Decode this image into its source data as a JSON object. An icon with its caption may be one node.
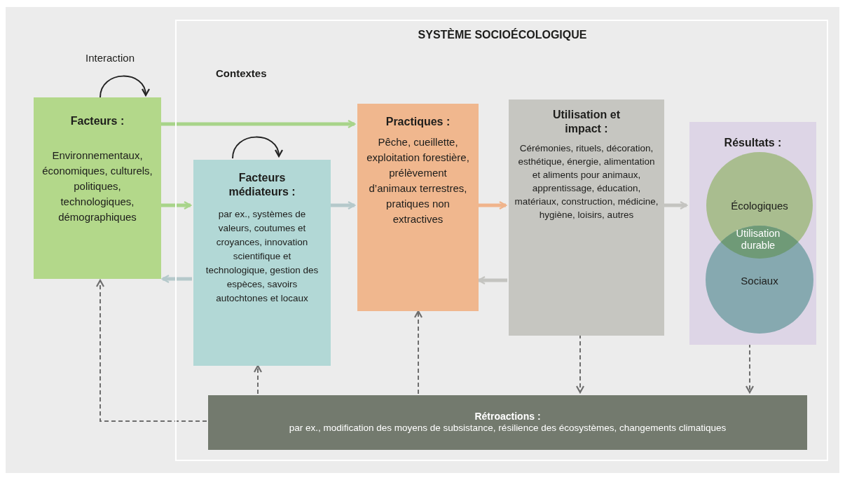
{
  "diagram": {
    "nodes": [
      {
        "text": [
          "SYSTÈME SOCIOÉCOLOGIQUE",
          "Contextes"
        ]
      },
      {
        "text": [
          "Facteurs :",
          "Environnementaux, économiques, culturels, politiques, technologiques, démographiques"
        ]
      },
      {
        "text": [
          "Facteurs médiateurs :",
          "par ex., systèmes de valeurs, coutumes et croyances, innovation scientifique et technologique, gestion des espèces, savoirs autochtones et locaux"
        ],
        "in": 0
      },
      {
        "text": [
          "Practiques :",
          "Pêche, cueillette, exploitation forestière, prélèvement d’animaux terrestres, pratiques non extractives"
        ],
        "in": 0
      },
      {
        "text": [
          "Utilisation et impact :",
          "Cérémonies, rituels, décoration, esthétique, énergie, alimentation et aliments pour animaux, apprentissage, éducation, matériaux, construction, médicine, hygiène, loisirs, autres"
        ],
        "in": 0
      },
      {
        "text": [
          "Résultats :"
        ],
        "in": 0
      },
      {
        "text": [
          "Écologiques"
        ],
        "in": 5
      },
      {
        "text": [
          "Sociaux"
        ],
        "in": 5
      },
      {
        "text": [
          "Rétroactions :",
          "par ex., modification des moyens de subsistance, résilience des écosystèmes, changements climatiques"
        ],
        "in": 0
      }
    ],
    "edges": [
      {
        "from": 1,
        "to": 1,
        "arrow": "to",
        "label": "Interaction",
        "color": "#222222"
      },
      {
        "from": 2,
        "to": 2,
        "arrow": "to",
        "color": "#222222"
      },
      {
        "from": 1,
        "to": 3,
        "arrow": "to",
        "style": "thick",
        "color": "#a8d48a"
      },
      {
        "from": 1,
        "to": 2,
        "arrow": "to",
        "style": "thick",
        "color": "#a8d48a"
      },
      {
        "from": 2,
        "to": 1,
        "arrow": "to",
        "style": "thick",
        "color": "#b5c9cb"
      },
      {
        "from": 2,
        "to": 3,
        "arrow": "to",
        "style": "thick",
        "color": "#b5c9cb"
      },
      {
        "from": 3,
        "to": 4,
        "arrow": "to",
        "style": "thick",
        "color": "#f0b48c"
      },
      {
        "from": 4,
        "to": 3,
        "arrow": "to",
        "style": "thick",
        "color": "#c4c4c0"
      },
      {
        "from": 4,
        "to": 5,
        "arrow": "to",
        "style": "thick",
        "color": "#c4c4c0"
      },
      {
        "from": 8,
        "to": 1,
        "arrow": "to",
        "style": "dashed",
        "color": "#6e6e6e"
      },
      {
        "from": 8,
        "to": 2,
        "arrow": "to",
        "style": "dashed",
        "color": "#6e6e6e"
      },
      {
        "from": 8,
        "to": 3,
        "arrow": "to",
        "style": "dashed",
        "color": "#6e6e6e"
      },
      {
        "from": 4,
        "to": 8,
        "arrow": "to",
        "style": "dashed",
        "color": "#6e6e6e"
      },
      {
        "from": 5,
        "to": 8,
        "arrow": "to",
        "style": "dashed",
        "color": "#6e6e6e"
      }
    ],
    "labels": [
      "Utilisation durable"
    ]
  }
}
